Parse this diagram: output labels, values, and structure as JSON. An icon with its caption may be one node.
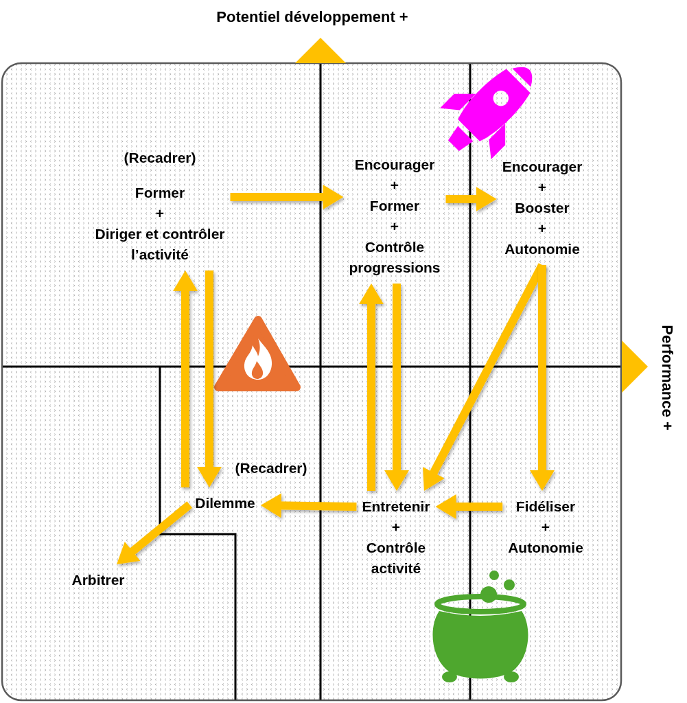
{
  "diagram": {
    "nodes": [
      {
        "text": [
          "(Recadrer)",
          "Former + Diriger et contrôler l’activité"
        ]
      },
      {
        "text": [
          "Encourager + Former + Contrôle progressions"
        ]
      },
      {
        "text": [
          "Encourager + Booster + Autonomie"
        ]
      },
      {
        "text": [
          "Dilemme"
        ],
        "beside": [
          "(Recadrer)"
        ]
      },
      {
        "text": [
          "Entretenir + Contrôle activité"
        ]
      },
      {
        "text": [
          "Fidéliser + Autonomie"
        ]
      },
      {
        "text": [
          "Arbitrer"
        ]
      }
    ],
    "edges": [
      {
        "from": 0,
        "to": 1,
        "arrow": "to"
      },
      {
        "from": 1,
        "to": 2,
        "arrow": "to"
      },
      {
        "from": 3,
        "to": 0,
        "arrow": "to"
      },
      {
        "from": 0,
        "to": 3,
        "arrow": "to"
      },
      {
        "from": 4,
        "to": 1,
        "arrow": "to"
      },
      {
        "from": 1,
        "to": 4,
        "arrow": "to"
      },
      {
        "from": 2,
        "to": 4,
        "arrow": "to"
      },
      {
        "from": 2,
        "to": 5,
        "arrow": "to"
      },
      {
        "from": 5,
        "to": 4,
        "arrow": "to"
      },
      {
        "from": 4,
        "to": 3,
        "arrow": "to"
      },
      {
        "from": 3,
        "to": 6,
        "arrow": "to"
      }
    ],
    "labels": [
      "Potentiel développement +",
      "Performance +"
    ]
  }
}
